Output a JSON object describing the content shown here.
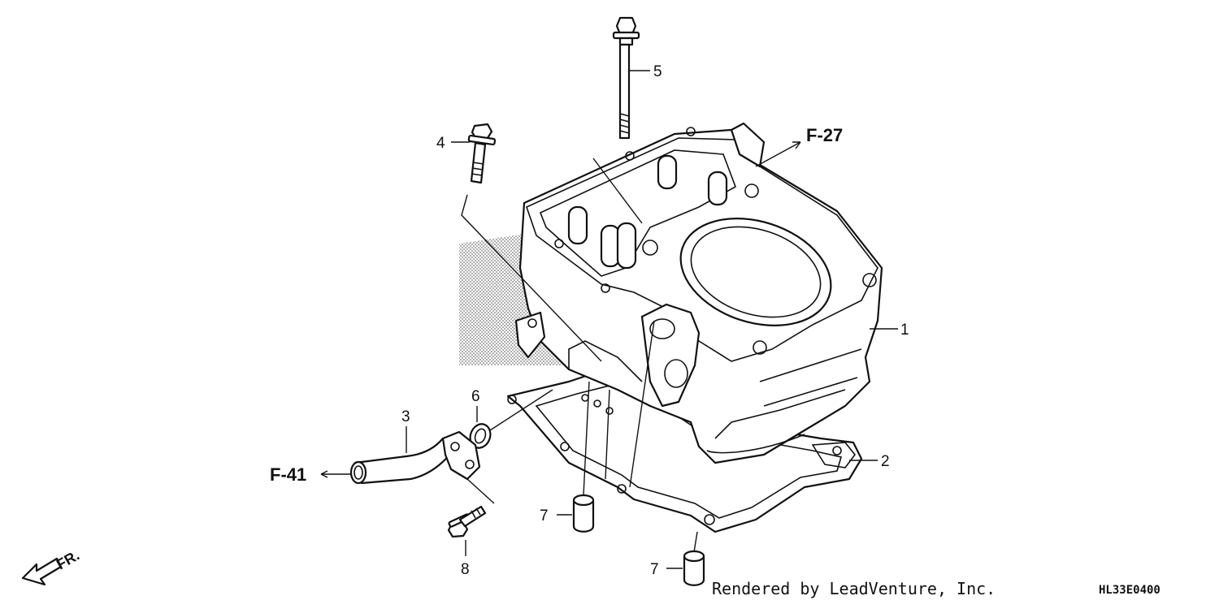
{
  "diagram": {
    "callouts": [
      {
        "id": "c1",
        "label": "1"
      },
      {
        "id": "c2",
        "label": "2"
      },
      {
        "id": "c3",
        "label": "3"
      },
      {
        "id": "c4",
        "label": "4"
      },
      {
        "id": "c5",
        "label": "5"
      },
      {
        "id": "c6",
        "label": "6"
      },
      {
        "id": "c7a",
        "label": "7"
      },
      {
        "id": "c7b",
        "label": "7"
      },
      {
        "id": "c8",
        "label": "8"
      }
    ],
    "references": {
      "f27": "F-27",
      "f41": "F-41"
    },
    "direction_label": "FR.",
    "credit": "Rendered by LeadVenture, Inc.",
    "diagram_code": "HL33E0400"
  }
}
